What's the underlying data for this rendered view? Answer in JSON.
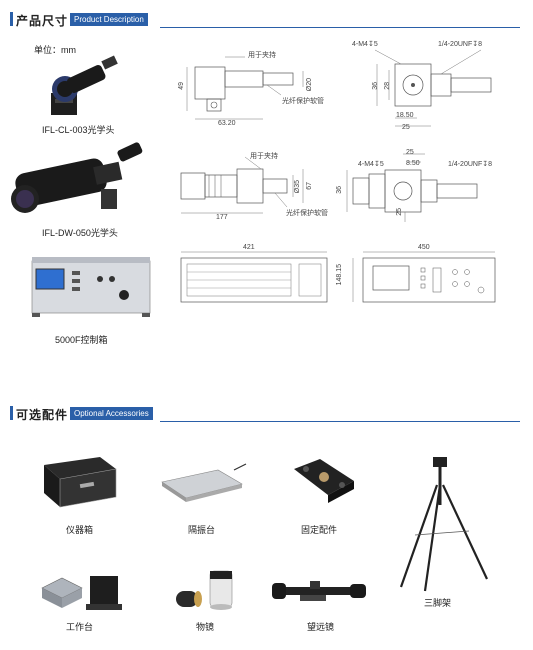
{
  "section1": {
    "title": "产品尺寸",
    "badge": "Product Description"
  },
  "unit_label": "单位：mm",
  "product1": {
    "name": "IFL-CL-003光学头",
    "side": {
      "clamp_label": "用于夹持",
      "fiber_label": "光纤保护软管",
      "dim_height": "49",
      "dim_diameter": "Ø20",
      "dim_length": "63.20"
    },
    "front": {
      "screw_left": "4-M4↧5",
      "screw_right": "1/4-20UNF↧8",
      "dim_height": "36",
      "dim_inner": "28",
      "dim_bottom1": "18.50",
      "dim_bottom2": "25"
    }
  },
  "product2": {
    "name": "IFL-DW-050光学头",
    "side": {
      "clamp_label": "用于夹持",
      "fiber_label": "光纤保护软管",
      "dim_length": "177",
      "dim_diameter": "Ø35",
      "dim_height": "67"
    },
    "front": {
      "screw_left": "4-M4↧5",
      "screw_right": "1/4-20UNF↧8",
      "dim_top1": "25",
      "dim_top2": "8.50",
      "dim_height": "36",
      "dim_bottom": "25"
    }
  },
  "product3": {
    "name": "5000F控制箱",
    "top": {
      "dim_width": "421"
    },
    "front": {
      "dim_width": "450",
      "dim_height": "148.15"
    }
  },
  "section2": {
    "title": "可选配件",
    "badge": "Optional Accessories"
  },
  "accessories": {
    "instrument_case": "仪器箱",
    "isolation_table": "隔振台",
    "fixture": "固定配件",
    "tripod": "三脚架",
    "stage": "工作台",
    "objective": "物镜",
    "telescope": "望远镜"
  }
}
